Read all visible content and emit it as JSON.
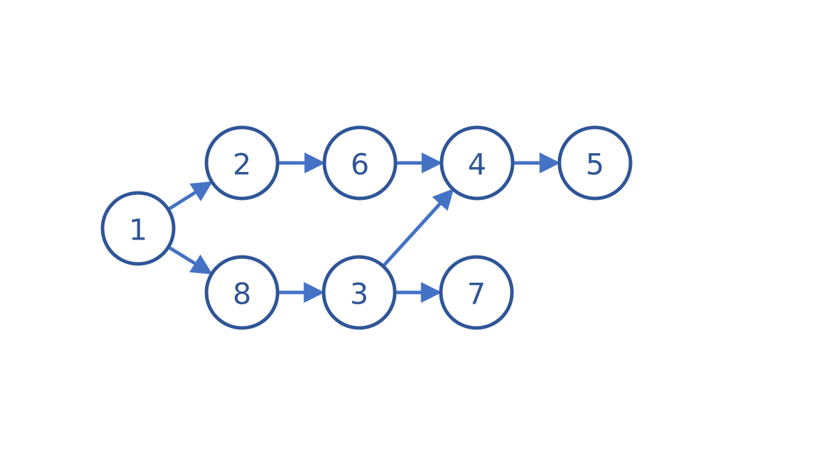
{
  "graph": {
    "nodes": [
      {
        "id": "n1",
        "label": "1"
      },
      {
        "id": "n2",
        "label": "2"
      },
      {
        "id": "n6",
        "label": "6"
      },
      {
        "id": "n4",
        "label": "4"
      },
      {
        "id": "n5",
        "label": "5"
      },
      {
        "id": "n8",
        "label": "8"
      },
      {
        "id": "n3",
        "label": "3"
      },
      {
        "id": "n7",
        "label": "7"
      }
    ],
    "edges": [
      {
        "from": "n1",
        "to": "n2"
      },
      {
        "from": "n1",
        "to": "n8"
      },
      {
        "from": "n2",
        "to": "n6"
      },
      {
        "from": "n6",
        "to": "n4"
      },
      {
        "from": "n4",
        "to": "n5"
      },
      {
        "from": "n8",
        "to": "n3"
      },
      {
        "from": "n3",
        "to": "n4"
      },
      {
        "from": "n3",
        "to": "n7"
      }
    ]
  },
  "colors": {
    "node_stroke": "#2f5597",
    "node_text": "#2f5597",
    "edge": "#4472c4",
    "background": "#ffffff"
  }
}
